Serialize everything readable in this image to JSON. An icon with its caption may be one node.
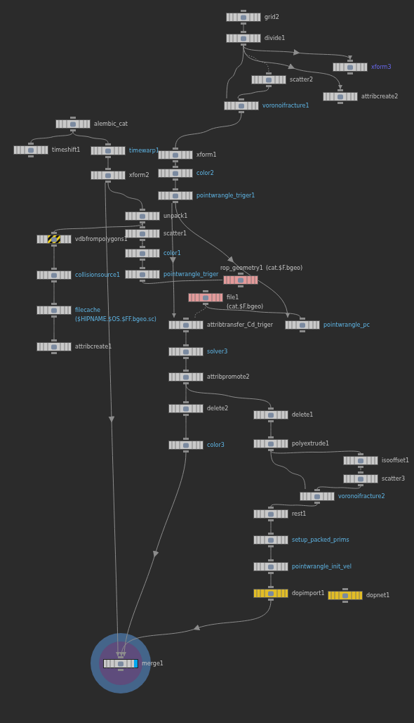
{
  "diagram": {
    "nodes": [
      {
        "text": [
          "grid2"
        ]
      },
      {
        "text": [
          "divide1"
        ]
      },
      {
        "text": [
          "xform3"
        ]
      },
      {
        "text": [
          "scatter2"
        ]
      },
      {
        "text": [
          "attribcreate2"
        ]
      },
      {
        "text": [
          "voronoifracture1"
        ]
      },
      {
        "text": [
          "alembic_cat"
        ]
      },
      {
        "text": [
          "timeshift1"
        ]
      },
      {
        "text": [
          "timewarp1"
        ]
      },
      {
        "text": [
          "xform1"
        ]
      },
      {
        "text": [
          "color2"
        ]
      },
      {
        "text": [
          "xform2"
        ]
      },
      {
        "text": [
          "pointwrangle_triger1"
        ]
      },
      {
        "text": [
          "unpack1"
        ]
      },
      {
        "text": [
          "scatter1"
        ]
      },
      {
        "text": [
          "vdbfrompolygons1"
        ]
      },
      {
        "text": [
          "color1"
        ]
      },
      {
        "text": [
          "collisionsource1"
        ]
      },
      {
        "text": [
          "pointwrangle_triger"
        ]
      },
      {
        "text": [
          "rop_geometry1",
          "(cat.$F.bgeo)"
        ]
      },
      {
        "text": [
          "file1",
          "(cat.$F.bgeo)"
        ]
      },
      {
        "text": [
          "filecache",
          "($HIPNAME.$OS.$FF.bgeo.sc)"
        ]
      },
      {
        "text": [
          "attribtransfer_Cd_triger"
        ]
      },
      {
        "text": [
          "pointwrangle_pc"
        ]
      },
      {
        "text": [
          "attribcreate1"
        ]
      },
      {
        "text": [
          "solver3"
        ]
      },
      {
        "text": [
          "attribpromote2"
        ]
      },
      {
        "text": [
          "delete2"
        ]
      },
      {
        "text": [
          "delete1"
        ]
      },
      {
        "text": [
          "color3"
        ]
      },
      {
        "text": [
          "polyextrude1"
        ]
      },
      {
        "text": [
          "isooffset1"
        ]
      },
      {
        "text": [
          "scatter3"
        ]
      },
      {
        "text": [
          "voronoifracture2"
        ]
      },
      {
        "text": [
          "rest1"
        ]
      },
      {
        "text": [
          "setup_packed_prims"
        ]
      },
      {
        "text": [
          "pointwrangle_init_vel"
        ]
      },
      {
        "text": [
          "dopimport1"
        ]
      },
      {
        "text": [
          "dopnet1"
        ]
      },
      {
        "text": [
          "merge1"
        ]
      }
    ],
    "edges": [
      {
        "from": 0,
        "to": 1,
        "arrow": "none"
      },
      {
        "from": 1,
        "to": 2,
        "arrow": "to"
      },
      {
        "from": 1,
        "to": 4,
        "arrow": "to"
      },
      {
        "from": 1,
        "to": 3,
        "arrow": "none",
        "style": "dashed"
      },
      {
        "from": 1,
        "to": 5,
        "arrow": "none"
      },
      {
        "from": 3,
        "to": 5,
        "arrow": "none"
      },
      {
        "from": 5,
        "to": 9,
        "arrow": "none"
      },
      {
        "from": 6,
        "to": 7,
        "arrow": "none"
      },
      {
        "from": 6,
        "to": 8,
        "arrow": "none"
      },
      {
        "from": 8,
        "to": 11,
        "arrow": "none"
      },
      {
        "from": 9,
        "to": 10,
        "arrow": "none"
      },
      {
        "from": 10,
        "to": 12,
        "arrow": "none"
      },
      {
        "from": 11,
        "to": 13,
        "arrow": "none"
      },
      {
        "from": 11,
        "to": 39,
        "arrow": "to"
      },
      {
        "from": 13,
        "to": 15,
        "arrow": "none"
      },
      {
        "from": 13,
        "to": 14,
        "arrow": "none"
      },
      {
        "from": 14,
        "to": 16,
        "arrow": "none"
      },
      {
        "from": 16,
        "to": 18,
        "arrow": "none"
      },
      {
        "from": 18,
        "to": 19,
        "arrow": "none"
      },
      {
        "from": 12,
        "to": 22,
        "arrow": "to"
      },
      {
        "from": 12,
        "to": 23,
        "arrow": "to"
      },
      {
        "from": 20,
        "to": 22,
        "arrow": "none",
        "style": "dashed"
      },
      {
        "from": 20,
        "to": 23,
        "arrow": "none"
      },
      {
        "from": 15,
        "to": 17,
        "arrow": "none"
      },
      {
        "from": 17,
        "to": 21,
        "arrow": "none"
      },
      {
        "from": 21,
        "to": 24,
        "arrow": "none"
      },
      {
        "from": 22,
        "to": 25,
        "arrow": "none"
      },
      {
        "from": 25,
        "to": 26,
        "arrow": "none"
      },
      {
        "from": 26,
        "to": 27,
        "arrow": "none"
      },
      {
        "from": 27,
        "to": 29,
        "arrow": "none"
      },
      {
        "from": 29,
        "to": 39,
        "arrow": "to"
      },
      {
        "from": 26,
        "to": 28,
        "arrow": "none"
      },
      {
        "from": 28,
        "to": 30,
        "arrow": "none"
      },
      {
        "from": 30,
        "to": 31,
        "arrow": "none"
      },
      {
        "from": 31,
        "to": 32,
        "arrow": "none",
        "style": "dashed"
      },
      {
        "from": 30,
        "to": 33,
        "arrow": "none"
      },
      {
        "from": 32,
        "to": 33,
        "arrow": "none"
      },
      {
        "from": 33,
        "to": 34,
        "arrow": "none"
      },
      {
        "from": 34,
        "to": 35,
        "arrow": "none"
      },
      {
        "from": 35,
        "to": 36,
        "arrow": "none"
      },
      {
        "from": 36,
        "to": 37,
        "arrow": "none"
      },
      {
        "from": 37,
        "to": 39,
        "arrow": "to"
      }
    ]
  }
}
